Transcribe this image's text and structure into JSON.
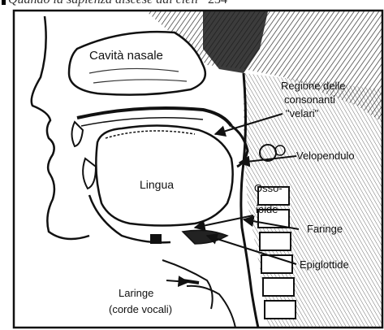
{
  "header": {
    "book_title": "Quando la sapienza discese dai cieli",
    "page_number": "234"
  },
  "diagram": {
    "labels": {
      "nasal_cavity": "Cavità nasale",
      "velar_region_line1": "Regione delle",
      "velar_region_line2": "consonanti",
      "velar_region_line3": "\"velari\"",
      "velum": "Velopendulo",
      "tongue": "Lingua",
      "hyoid_line1": "Osso-",
      "hyoid_line2": "ioide",
      "pharynx": "Faringe",
      "epiglottis": "Epiglottide",
      "larynx_line1": "Laringe",
      "larynx_line2": "(corde vocali)"
    }
  }
}
